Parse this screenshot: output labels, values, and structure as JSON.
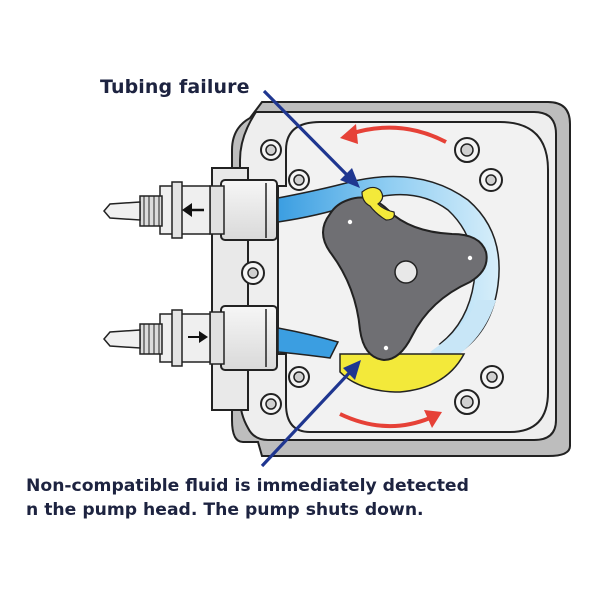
{
  "labels": {
    "tubing_failure": "Tubing failure",
    "caption_line1": "Non-compatible fluid is immediately detected",
    "caption_line2": "n the pump head. The pump shuts down."
  },
  "colors": {
    "text": "#1d2340",
    "pointer_arrow": "#1f3690",
    "rotation_arrow": "#e64137",
    "tubing": "#3b9ee1",
    "tubing_light": "#cfeaf8",
    "failed_fluid": "#f3e93a",
    "rotor": "#6f6f73",
    "housing": "#eeeeee",
    "outline": "#222222"
  },
  "icons": [
    "rotation-arrow-icon",
    "flow-direction-arrow-icon",
    "pointer-arrow-icon"
  ]
}
